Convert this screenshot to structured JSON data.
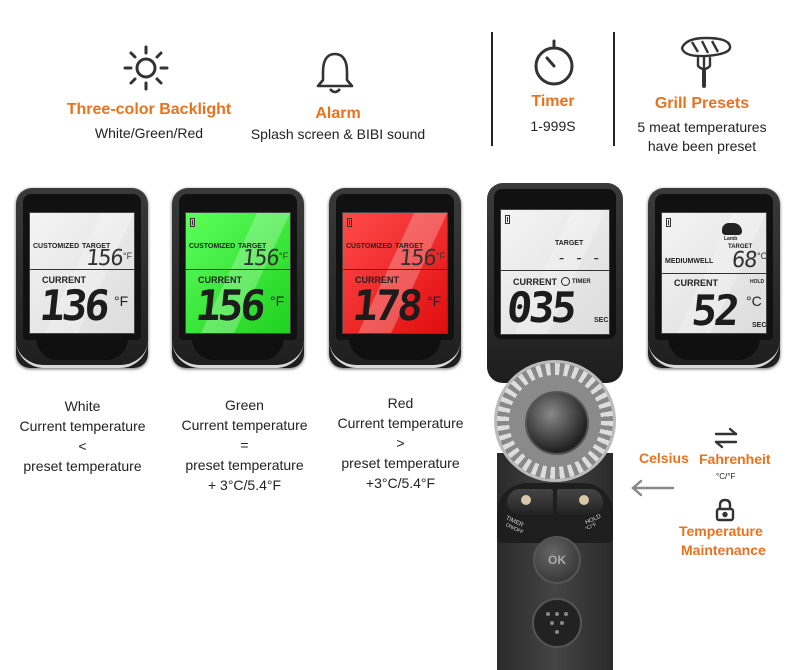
{
  "features": {
    "backlight": {
      "title": "Three-color Backlight",
      "sub": "White/Green/Red"
    },
    "alarm": {
      "title": "Alarm",
      "sub": "Splash screen & BIBI sound"
    },
    "timer": {
      "title": "Timer",
      "sub": "1-999S"
    },
    "presets": {
      "title": "Grill Presets",
      "sub1": "5 meat temperatures",
      "sub2": "have been preset"
    }
  },
  "icons": {
    "backlight": "sun-icon",
    "alarm": "bell-icon",
    "timer": "stopwatch-icon",
    "presets": "steak-fork-icon",
    "units": "swap-arrows-icon",
    "lock": "lock-icon"
  },
  "screens": {
    "white": {
      "customized": "CUSTOMIZED",
      "target": "TARGET",
      "target_value": "156",
      "target_unit": "°F",
      "current": "CURRENT",
      "current_value": "136",
      "current_unit": "°F"
    },
    "green": {
      "customized": "CUSTOMIZED",
      "target": "TARGET",
      "target_value": "156",
      "target_unit": "°F",
      "current": "CURRENT",
      "current_value": "156",
      "current_unit": "°F"
    },
    "red": {
      "customized": "CUSTOMIZED",
      "target": "TARGET",
      "target_value": "156",
      "target_unit": "°F",
      "current": "CURRENT",
      "current_value": "178",
      "current_unit": "°F"
    },
    "timer": {
      "target": "TARGET",
      "target_value": "- - -",
      "current": "CURRENT",
      "timer": "TIMER",
      "current_value": "035",
      "sec": "SEC"
    },
    "preset": {
      "meat": "Lamb",
      "mode": "MEDIUMWELL",
      "target": "TARGET",
      "target_value": "68",
      "target_unit": "°C",
      "current": "CURRENT",
      "hold": "HOLD",
      "current_value": "52",
      "current_unit": "°C",
      "sec": "SEC"
    }
  },
  "descriptions": {
    "white": [
      "White",
      "Current temperature",
      "<",
      "preset temperature"
    ],
    "green": [
      "Green",
      "Current temperature",
      "=",
      "preset temperature",
      "+ 3°C/5.4°F"
    ],
    "red": [
      "Red",
      "Current temperature",
      ">",
      "preset temperature",
      "+3°C/5.4°F"
    ]
  },
  "buttons": {
    "timer": "TIMER",
    "timer_sub": "ON/OFF",
    "hold": "HOLD",
    "hold_sub": "°C/°F",
    "ok": "OK"
  },
  "side": {
    "celsius": "Celsius",
    "fahrenheit": "Fahrenheit",
    "unit_note": "°C/°F",
    "maintenance1": "Temperature",
    "maintenance2": "Maintenance"
  },
  "colors": {
    "accent": "#e8731f",
    "lcd_green": "#3cf03c",
    "lcd_red": "#f22a2a",
    "lcd_white": "#e8e8e8"
  }
}
